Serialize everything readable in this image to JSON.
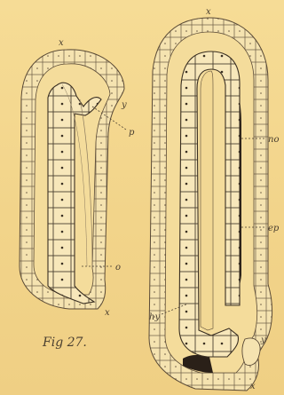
{
  "figure_caption": "Fig 27.",
  "colors": {
    "paper": "#f3d790",
    "ink": "#4a3f30",
    "cell_fill": "#f5e3b0",
    "dark_cavity": "#2a2018"
  },
  "left_figure": {
    "labels": {
      "x_top": "x",
      "y": "y",
      "p": "p",
      "o": "o",
      "x_bottom": "x"
    }
  },
  "right_figure": {
    "labels": {
      "x_top": "x",
      "no": "no",
      "ep": "ep",
      "hy": "hy",
      "y": "y",
      "x_bottom": "x"
    }
  }
}
